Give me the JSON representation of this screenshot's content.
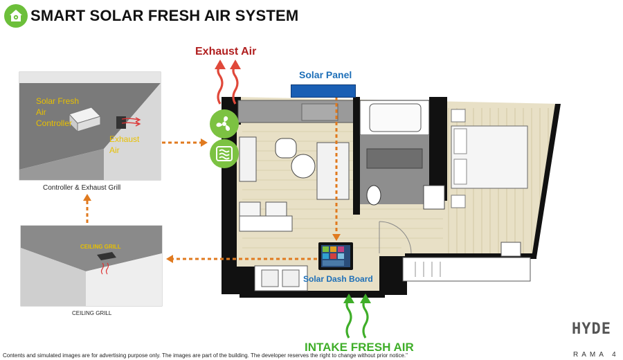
{
  "header": {
    "title": "SMART SOLAR FRESH AIR SYSTEM",
    "icon": "green-house-gear-icon"
  },
  "labels": {
    "exhaust_air": "Exhaust Air",
    "solar_panel": "Solar Panel",
    "solar_dash_board": "Solar Dash Board",
    "intake_fresh_air": "INTAKE FRESH AIR"
  },
  "inset_controller": {
    "controller_label": [
      "Solar Fresh",
      "Air",
      "Controller"
    ],
    "exhaust_label": [
      "Exhaust",
      "Air"
    ],
    "caption": "Controller & Exhaust Grill"
  },
  "inset_ceiling": {
    "label": "CEILING GRILL",
    "caption": "CEILING GRILL"
  },
  "footer": {
    "disclaimer": "Contents and simulated images are for advertising purpose only. The images are part of the building. The developer reserves the right to change without prior notice.\""
  },
  "logo": {
    "brand": "HYDE",
    "sub": "RAMA 4"
  },
  "colors": {
    "accent_green": "#6cbf3a",
    "exhaust_red": "#b01e1e",
    "solar_blue": "#1d6fb8",
    "arrow_orange": "#e07a1f",
    "intake_green": "#3fae29"
  },
  "icons": {
    "fan": "fan-icon",
    "air_filter": "air-wave-icon"
  }
}
